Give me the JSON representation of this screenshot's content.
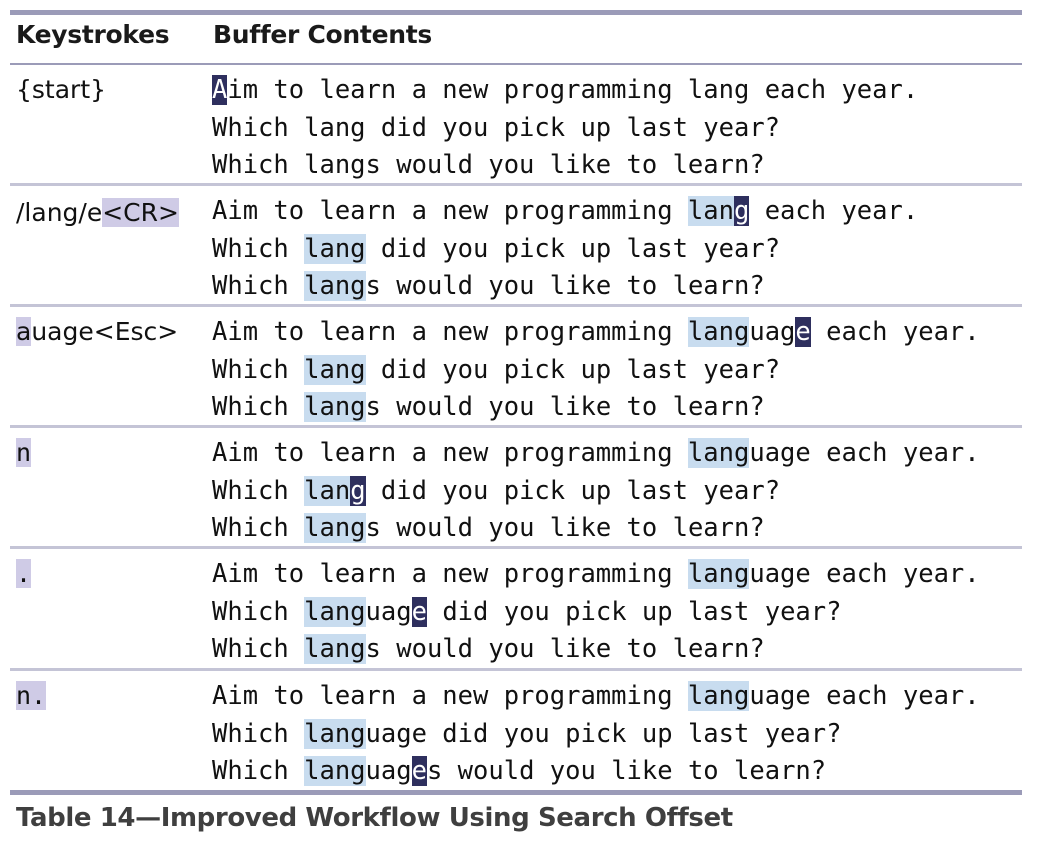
{
  "table": {
    "headers": {
      "keystrokes": "Keystrokes",
      "buffer": "Buffer Contents"
    },
    "rows": [
      {
        "keys": [
          {
            "text": "{start}",
            "style": "plain"
          }
        ],
        "lines": [
          [
            {
              "text": "A",
              "style": "cursor"
            },
            {
              "text": "im to learn a new programming lang each year.",
              "style": "plain"
            }
          ],
          [
            {
              "text": "Which lang did you pick up last year?",
              "style": "plain"
            }
          ],
          [
            {
              "text": "Which langs would you like to learn?",
              "style": "plain"
            }
          ]
        ]
      },
      {
        "keys": [
          {
            "text": "/lang/e",
            "style": "plain"
          },
          {
            "text": "<CR>",
            "style": "key"
          }
        ],
        "lines": [
          [
            {
              "text": "Aim to learn a new programming ",
              "style": "plain"
            },
            {
              "text": "lan",
              "style": "match"
            },
            {
              "text": "g",
              "style": "cursor"
            },
            {
              "text": " each year.",
              "style": "plain"
            }
          ],
          [
            {
              "text": "Which ",
              "style": "plain"
            },
            {
              "text": "lang",
              "style": "match"
            },
            {
              "text": " did you pick up last year?",
              "style": "plain"
            }
          ],
          [
            {
              "text": "Which ",
              "style": "plain"
            },
            {
              "text": "lang",
              "style": "match"
            },
            {
              "text": "s would you like to learn?",
              "style": "plain"
            }
          ]
        ]
      },
      {
        "keys": [
          {
            "text": "a",
            "style": "key"
          },
          {
            "text": "uage<Esc>",
            "style": "plain"
          }
        ],
        "lines": [
          [
            {
              "text": "Aim to learn a new programming ",
              "style": "plain"
            },
            {
              "text": "lang",
              "style": "match"
            },
            {
              "text": "uag",
              "style": "plain"
            },
            {
              "text": "e",
              "style": "cursor"
            },
            {
              "text": " each year.",
              "style": "plain"
            }
          ],
          [
            {
              "text": "Which ",
              "style": "plain"
            },
            {
              "text": "lang",
              "style": "match"
            },
            {
              "text": " did you pick up last year?",
              "style": "plain"
            }
          ],
          [
            {
              "text": "Which ",
              "style": "plain"
            },
            {
              "text": "lang",
              "style": "match"
            },
            {
              "text": "s would you like to learn?",
              "style": "plain"
            }
          ]
        ]
      },
      {
        "keys": [
          {
            "text": "n",
            "style": "key-mono"
          }
        ],
        "lines": [
          [
            {
              "text": "Aim to learn a new programming ",
              "style": "plain"
            },
            {
              "text": "lang",
              "style": "match"
            },
            {
              "text": "uage each year.",
              "style": "plain"
            }
          ],
          [
            {
              "text": "Which ",
              "style": "plain"
            },
            {
              "text": "lan",
              "style": "match"
            },
            {
              "text": "g",
              "style": "cursor"
            },
            {
              "text": " did you pick up last year?",
              "style": "plain"
            }
          ],
          [
            {
              "text": "Which ",
              "style": "plain"
            },
            {
              "text": "lang",
              "style": "match"
            },
            {
              "text": "s would you like to learn?",
              "style": "plain"
            }
          ]
        ]
      },
      {
        "keys": [
          {
            "text": ".",
            "style": "key-mono"
          }
        ],
        "lines": [
          [
            {
              "text": "Aim to learn a new programming ",
              "style": "plain"
            },
            {
              "text": "lang",
              "style": "match"
            },
            {
              "text": "uage each year.",
              "style": "plain"
            }
          ],
          [
            {
              "text": "Which ",
              "style": "plain"
            },
            {
              "text": "lang",
              "style": "match"
            },
            {
              "text": "uag",
              "style": "plain"
            },
            {
              "text": "e",
              "style": "cursor"
            },
            {
              "text": " did you pick up last year?",
              "style": "plain"
            }
          ],
          [
            {
              "text": "Which ",
              "style": "plain"
            },
            {
              "text": "lang",
              "style": "match"
            },
            {
              "text": "s would you like to learn?",
              "style": "plain"
            }
          ]
        ]
      },
      {
        "keys": [
          {
            "text": "n.",
            "style": "key-mono"
          }
        ],
        "lines": [
          [
            {
              "text": "Aim to learn a new programming ",
              "style": "plain"
            },
            {
              "text": "lang",
              "style": "match"
            },
            {
              "text": "uage each year.",
              "style": "plain"
            }
          ],
          [
            {
              "text": "Which ",
              "style": "plain"
            },
            {
              "text": "lang",
              "style": "match"
            },
            {
              "text": "uage did you pick up last year?",
              "style": "plain"
            }
          ],
          [
            {
              "text": "Which ",
              "style": "plain"
            },
            {
              "text": "lang",
              "style": "match"
            },
            {
              "text": "uag",
              "style": "plain"
            },
            {
              "text": "e",
              "style": "cursor"
            },
            {
              "text": "s would you like to learn?",
              "style": "plain"
            }
          ]
        ]
      }
    ]
  },
  "caption": "Table 14—Improved Workflow Using Search Offset",
  "colors": {
    "rule": "#9b9bb8",
    "match_highlight": "#c8dcef",
    "cursor_bg": "#2e2f5e",
    "key_highlight": "#cfcbe6",
    "caption_text": "#3f3f3f"
  }
}
